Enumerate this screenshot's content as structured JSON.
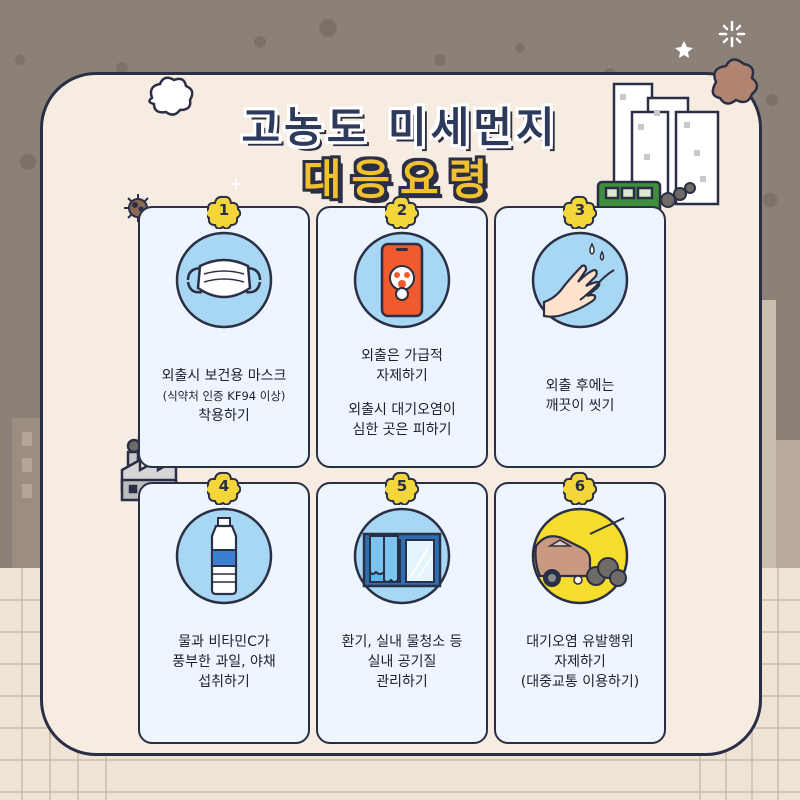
{
  "title": {
    "line1": "고농도 미세먼지",
    "line2": "대응요령"
  },
  "colors": {
    "background": "#8b8179",
    "panel": "#f6ece2",
    "outline": "#2b2f45",
    "card": "#edf5fe",
    "icon_circle": "#a8d7f4",
    "badge": "#f5d63a",
    "title_navy": "#2e3a5c",
    "title_yellow": "#f1c12e"
  },
  "cards": [
    {
      "number": "1",
      "icon": "face-mask-icon",
      "lines": [
        "외출시 보건용 마스크",
        "(식약처 인증 KF94 이상)",
        "착용하기"
      ]
    },
    {
      "number": "2",
      "icon": "smartphone-gas-mask-icon",
      "lines": [
        "외출은 가급적",
        "자제하기",
        "",
        "외출시 대기오염이",
        "심한 곳은 피하기"
      ]
    },
    {
      "number": "3",
      "icon": "washing-hands-icon",
      "lines": [
        "외출 후에는",
        "깨끗이 씻기"
      ]
    },
    {
      "number": "4",
      "icon": "water-bottle-icon",
      "lines": [
        "물과 비타민C가",
        "풍부한 과일, 야채",
        "섭취하기"
      ]
    },
    {
      "number": "5",
      "icon": "window-ventilation-icon",
      "lines": [
        "환기, 실내 물청소 등",
        "실내 공기질",
        "관리하기"
      ]
    },
    {
      "number": "6",
      "icon": "polluting-car-icon",
      "lines": [
        "대기오염 유발행위",
        "자제하기",
        "(대중교통 이용하기)"
      ]
    }
  ]
}
